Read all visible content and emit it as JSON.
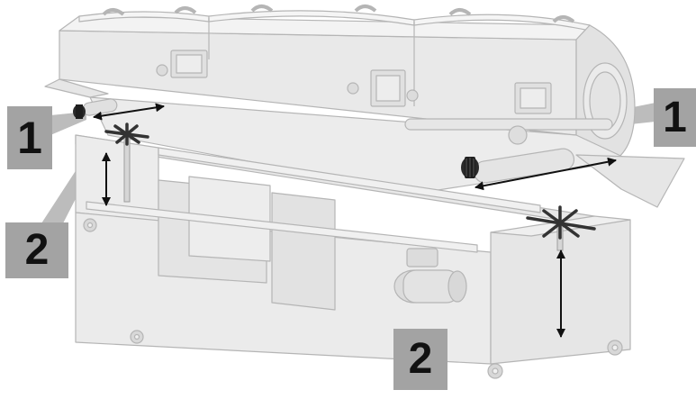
{
  "diagram": {
    "callouts": [
      {
        "id": "c1L",
        "label": "1"
      },
      {
        "id": "c2L",
        "label": "2"
      },
      {
        "id": "c1R",
        "label": "1"
      },
      {
        "id": "c2R",
        "label": "2"
      }
    ],
    "colors": {
      "machine_fill": "#e8e8e8",
      "machine_light": "#f2f2f2",
      "machine_stroke": "#b5b5b5",
      "callout_fill": "#a3a3a3",
      "pointer_fill": "#bcbcbc",
      "arrow": "#111111",
      "knob": "#2a2a2a"
    },
    "icons": [
      "adjustment-knob-icon",
      "horizontal-double-arrow-icon",
      "vertical-double-arrow-icon",
      "leveling-handwheel-icon"
    ]
  }
}
